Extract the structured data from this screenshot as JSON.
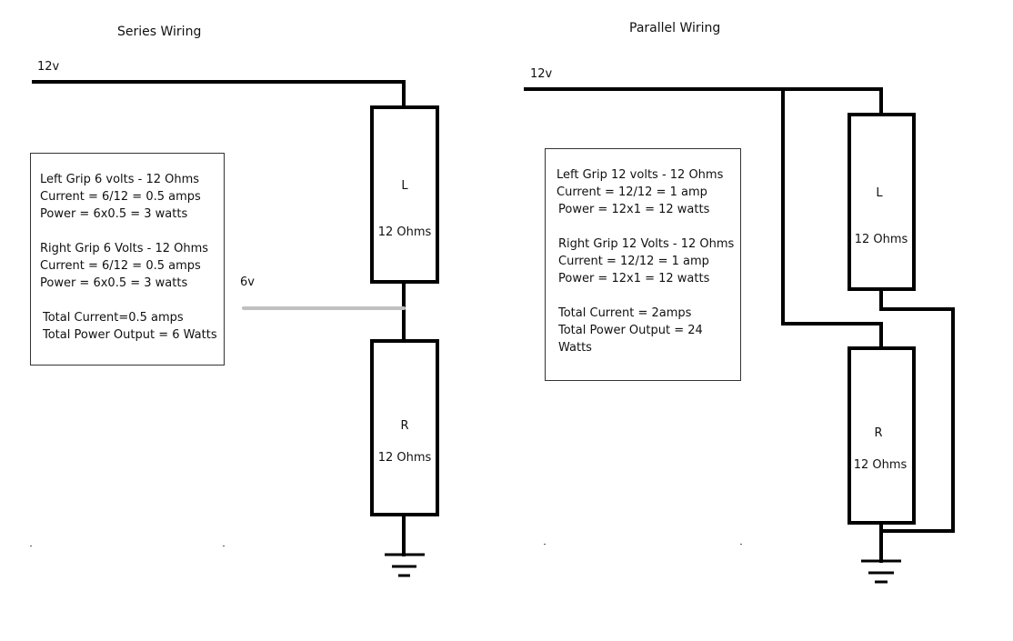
{
  "series": {
    "title": "Series Wiring",
    "supply_label": "12v",
    "mid_label": "6v",
    "resistor_top": {
      "name": "L",
      "value": "12 Ohms"
    },
    "resistor_bottom": {
      "name": "R",
      "value": "12 Ohms"
    },
    "notes": {
      "left_grip": [
        "Left Grip 6 volts - 12 Ohms",
        "Current = 6/12 = 0.5 amps",
        "Power = 6x0.5 = 3 watts"
      ],
      "right_grip": [
        "Right Grip 6 Volts - 12 Ohms",
        "Current = 6/12 = 0.5 amps",
        "Power = 6x0.5 = 3 watts"
      ],
      "totals": [
        "Total Current=0.5 amps",
        "Total Power Output = 6 Watts"
      ]
    }
  },
  "parallel": {
    "title": "Parallel Wiring",
    "supply_label": "12v",
    "resistor_top": {
      "name": "L",
      "value": "12 Ohms"
    },
    "resistor_bottom": {
      "name": "R",
      "value": "12 Ohms"
    },
    "notes": {
      "left_grip": [
        "Left Grip 12 volts - 12 Ohms",
        "Current = 12/12 = 1 amp",
        "Power = 12x1 = 12 watts"
      ],
      "right_grip": [
        "Right Grip 12 Volts - 12 Ohms",
        "Current = 12/12 = 1 amp",
        "Power = 12x1 = 12 watts"
      ],
      "totals": [
        "Total Current = 2amps",
        "Total Power Output = 24",
        "Watts"
      ]
    }
  }
}
